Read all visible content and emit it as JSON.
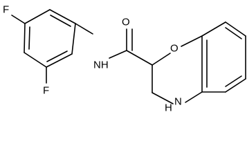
{
  "molecule": {
    "atoms": {
      "f_para": "F",
      "f_ortho": "F",
      "amide_nh": "NH",
      "carbonyl_o": "O",
      "ring_o": "O",
      "ring_nh": "H",
      "ring_n": "N"
    },
    "colors": {
      "bond": "#000000",
      "label": "#000000",
      "background": "#ffffff"
    }
  }
}
